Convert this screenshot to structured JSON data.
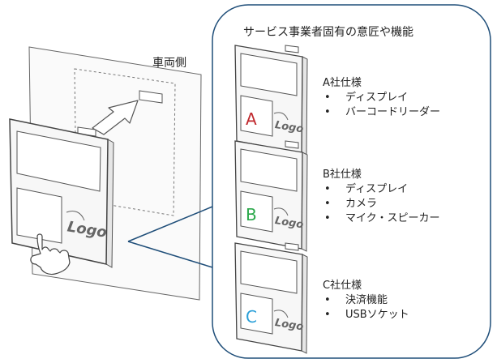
{
  "panel_title": "サービス事業者固有の意匠や機能",
  "vehicle_label": "車両側",
  "logo_text": "Logo",
  "variants": [
    {
      "letter": "A",
      "letter_color": "#c0282d",
      "title": "A社仕様",
      "bullet": "•",
      "features": [
        "ディスプレイ",
        "バーコードリーダー"
      ]
    },
    {
      "letter": "B",
      "letter_color": "#2aa84a",
      "title": "B社仕様",
      "bullet": "•",
      "features": [
        "ディスプレイ",
        "カメラ",
        "マイク・スピーカー"
      ]
    },
    {
      "letter": "C",
      "letter_color": "#2a9fd8",
      "title": "C社仕様",
      "bullet": "•",
      "features": [
        "決済機能",
        "USBソケット"
      ]
    }
  ],
  "colors": {
    "panel_border": "#1f4e79",
    "line": "#555555",
    "device_fill": "#f4f4f4"
  }
}
